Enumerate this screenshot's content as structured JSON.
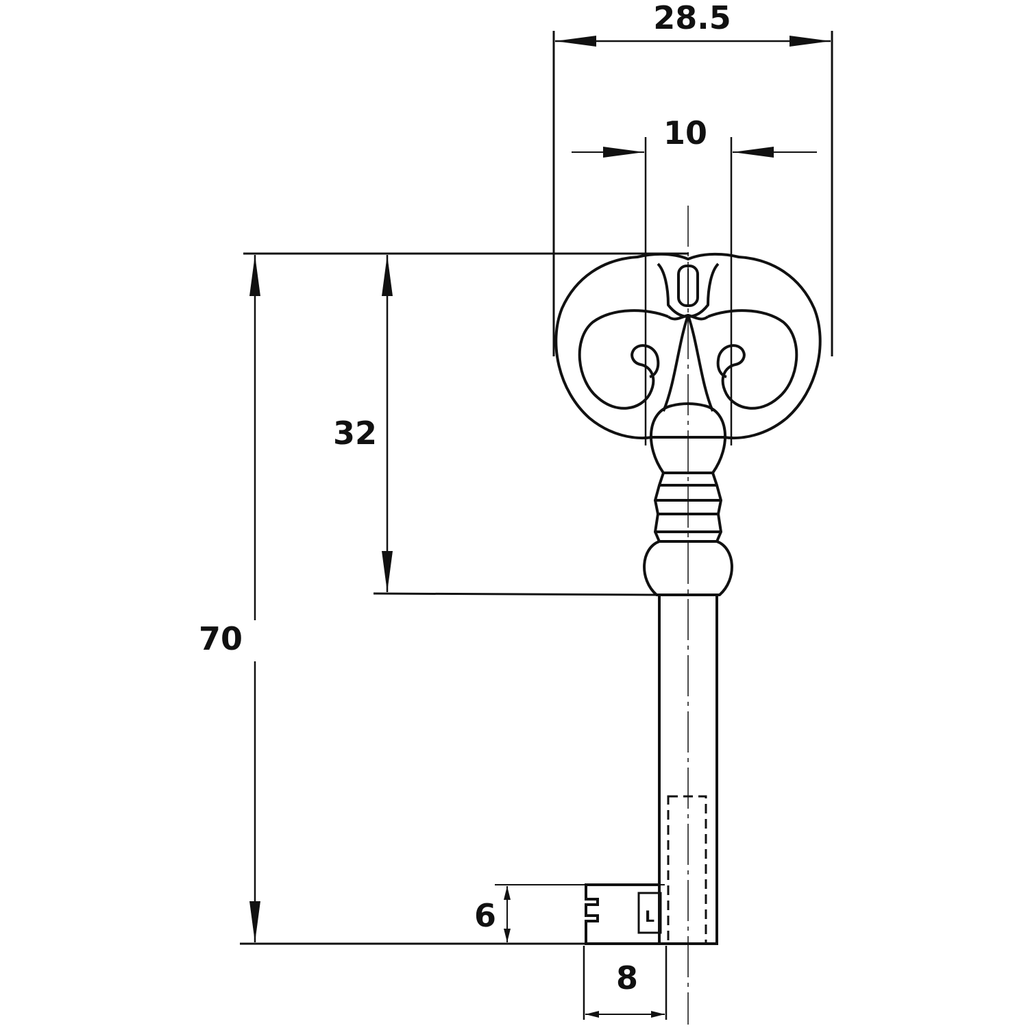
{
  "dimensions": {
    "overall_width": "28.5",
    "neck_width": "10",
    "bow_height": "32",
    "total_length": "70",
    "bit_height": "6",
    "bit_width": "8"
  },
  "bit_marking": "L",
  "colors": {
    "line": "#111111",
    "background": "#ffffff"
  }
}
